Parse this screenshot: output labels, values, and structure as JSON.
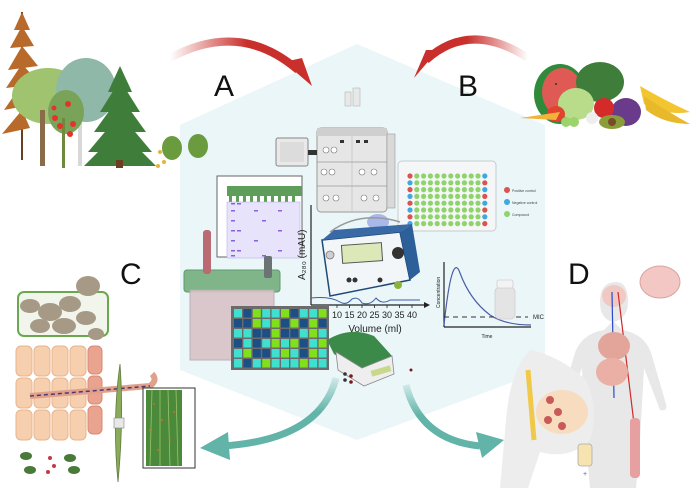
{
  "figure": {
    "panels": [
      {
        "id": "A",
        "label": "A",
        "topic": "trees-and-plants"
      },
      {
        "id": "B",
        "label": "B",
        "topic": "fruits-and-vegetables"
      },
      {
        "id": "C",
        "label": "C",
        "topic": "plant-pathogen-infection"
      },
      {
        "id": "D",
        "label": "D",
        "topic": "human-body-organs"
      }
    ],
    "colors": {
      "hexagon": "#eaf6f8",
      "arrow_in": "#c9302c",
      "arrow_out": "#62b3a8",
      "heat_dark": "#1d4f87",
      "heat_cyan": "#40e0d0",
      "heat_lime": "#7fe01b",
      "plate_positive": "#d9534f",
      "plate_negative": "#3ea8e0",
      "plate_compound": "#8ed46a"
    },
    "chromatography": {
      "ylabel": "A₂₈₀ (mAU)",
      "xlabel": "Volume (ml)",
      "xticks": [
        "10",
        "15",
        "20",
        "25",
        "30",
        "35",
        "40"
      ]
    },
    "pk_curve": {
      "ylabel": "Concentration",
      "xlabel": "Time",
      "threshold_label": "MIC"
    },
    "plate_legend": [
      {
        "label": "Positive control",
        "color": "#d9534f"
      },
      {
        "label": "Negative control",
        "color": "#3ea8e0"
      },
      {
        "label": "Compound",
        "color": "#8ed46a"
      }
    ],
    "heatmap": {
      "rows": [
        [
          "c",
          "d",
          "l",
          "c",
          "c",
          "l",
          "d",
          "c",
          "c",
          "l"
        ],
        [
          "d",
          "d",
          "l",
          "c",
          "l",
          "d",
          "l",
          "d",
          "l",
          "d"
        ],
        [
          "c",
          "c",
          "d",
          "d",
          "l",
          "d",
          "d",
          "c",
          "l",
          "c"
        ],
        [
          "d",
          "c",
          "d",
          "c",
          "l",
          "c",
          "l",
          "d",
          "c",
          "l"
        ],
        [
          "c",
          "l",
          "d",
          "d",
          "c",
          "l",
          "c",
          "d",
          "l",
          "c"
        ],
        [
          "c",
          "d",
          "c",
          "l",
          "c",
          "c",
          "c",
          "l",
          "c",
          "c"
        ]
      ]
    },
    "plate_rows": [
      [
        "r",
        "g",
        "g",
        "g",
        "g",
        "g",
        "g",
        "g",
        "g",
        "g",
        "g",
        "b"
      ],
      [
        "b",
        "g",
        "g",
        "g",
        "g",
        "g",
        "g",
        "g",
        "g",
        "g",
        "g",
        "r"
      ],
      [
        "r",
        "g",
        "g",
        "g",
        "g",
        "g",
        "g",
        "g",
        "g",
        "g",
        "g",
        "b"
      ],
      [
        "b",
        "g",
        "g",
        "g",
        "g",
        "g",
        "g",
        "g",
        "g",
        "g",
        "g",
        "r"
      ],
      [
        "r",
        "g",
        "g",
        "g",
        "g",
        "g",
        "g",
        "g",
        "g",
        "g",
        "g",
        "b"
      ],
      [
        "b",
        "g",
        "g",
        "g",
        "g",
        "g",
        "g",
        "g",
        "g",
        "g",
        "g",
        "r"
      ],
      [
        "r",
        "g",
        "g",
        "g",
        "g",
        "g",
        "g",
        "g",
        "g",
        "g",
        "g",
        "b"
      ],
      [
        "b",
        "g",
        "g",
        "g",
        "g",
        "g",
        "g",
        "g",
        "g",
        "g",
        "g",
        "r"
      ]
    ]
  }
}
